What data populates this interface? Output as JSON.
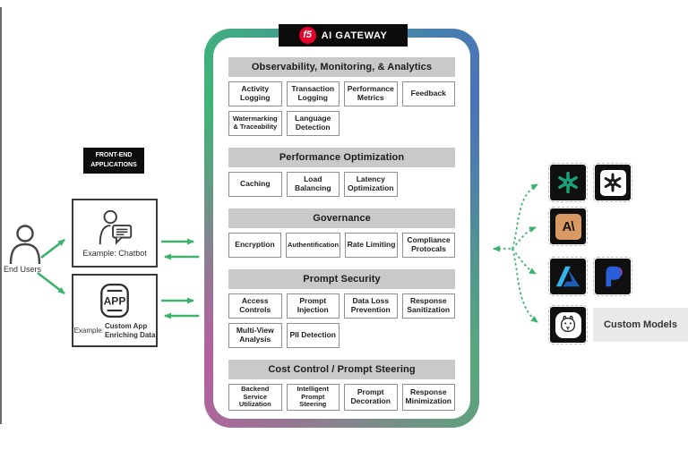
{
  "badge": {
    "brand": "f5",
    "label": "AI GATEWAY"
  },
  "frontend": {
    "badge_line1": "FRONT-END",
    "badge_line2": "APPLICATIONS",
    "end_users_label": "End Users",
    "chatbot_label": "Example: Chatbot",
    "app_example_prefix": "Example:",
    "app_name_line1": "Custom App",
    "app_name_line2": "Enriching Data",
    "app_icon_text": "APP"
  },
  "gateway": {
    "sections": [
      {
        "title": "Observability, Monitoring, & Analytics",
        "rows": [
          [
            "Activity Logging",
            "Transaction Logging",
            "Performance Metrics",
            "Feedback"
          ],
          [
            "Watermarking & Traceability",
            "Language Detection"
          ]
        ]
      },
      {
        "title": "Performance Optimization",
        "rows": [
          [
            "Caching",
            "Load Balancing",
            "Latency Optimization"
          ]
        ]
      },
      {
        "title": "Governance",
        "rows": [
          [
            "Encryption",
            "Authentification",
            "Rate Limiting",
            "Compliance Protocals"
          ]
        ]
      },
      {
        "title": "Prompt Security",
        "rows": [
          [
            "Access Controls",
            "Prompt Injection",
            "Data Loss Prevention",
            "Response Sanitization"
          ],
          [
            "Multi-View Analysis",
            "PII Detection"
          ]
        ]
      },
      {
        "title": "Cost Control / Prompt Steering",
        "rows": [
          [
            "Backend Service Utilization",
            "Intelligent Prompt Steering",
            "Prompt Decoration",
            "Response Minimization"
          ]
        ]
      }
    ]
  },
  "providers": {
    "custom_models_label": "Custom Models",
    "anthropic_glyph": "A\\",
    "icons": [
      "openai-icon",
      "openai-alt-icon",
      "anthropic-icon",
      "azure-icon",
      "microsoft-ai-icon",
      "llama-icon"
    ]
  },
  "colors": {
    "arrow_green": "#3cb36a",
    "f5_red": "#e4002b",
    "header_gray": "#c9c9c9",
    "openai_green": "#19a27a",
    "border_top_left": "#3fb577",
    "border_top_right": "#4a72ba",
    "border_bottom_left": "#b55f9f",
    "border_bottom_right": "#57a87c"
  }
}
